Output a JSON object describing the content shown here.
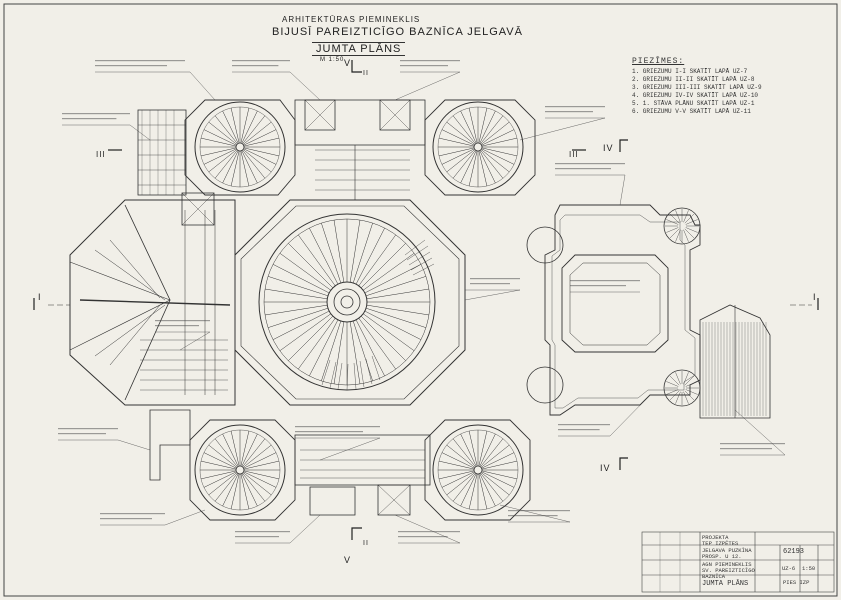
{
  "header": {
    "line1": "ARHITEKTŪRAS PIEMINEKLIS",
    "line2": "BIJUSĪ PAREIZTICĪGO BAZNĪCA JELGAVĀ",
    "title": "JUMTA PLĀNS",
    "scale": "M 1:50"
  },
  "notes": {
    "title": "PIEZĪMES:",
    "items": [
      "1. GRIEZUMU I-I SKATĪT LAPĀ UZ-7",
      "2. GRIEZUMU II-II SKATĪT LAPĀ UZ-8",
      "3. GRIEZUMU III-III SKATĪT LAPĀ UZ-9",
      "4. GRIEZUMU IV-IV SKATĪT LAPĀ UZ-10",
      "5. 1. STĀVA PLĀNU SKATĪT LAPĀ UZ-1",
      "6. GRIEZUMU V-V SKATĪT LAPĀ UZ-11"
    ]
  },
  "section_marks": {
    "I": "I",
    "II": "II",
    "III": "III",
    "IV": "IV",
    "V": "V"
  },
  "title_block": {
    "org1": "PROJEKTA",
    "org2": "TEP IZPĒTES",
    "project1": "JELGAVA PUZKĪNA",
    "project2": "PROSP. U 12.",
    "object1": "AGN PIEMINEKLIS",
    "object2": "SV. PAREIZTICĪGO",
    "object3": "BAZNĪCA",
    "sheet_name": "JUMTA PLĀNS",
    "code": "UZ-6",
    "scale": "1:50",
    "number": "62193",
    "stage": "PIES IZP"
  }
}
